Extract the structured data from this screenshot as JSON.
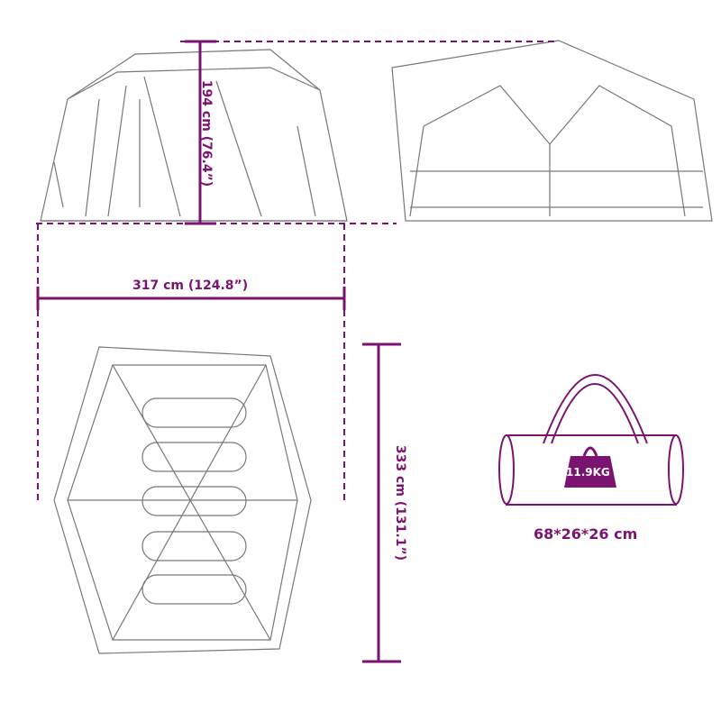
{
  "dimensions": {
    "height": "194 cm (76.4”)",
    "width": "317 cm (124.8”)",
    "length": "333 cm (131.1”)",
    "packed_size": "68*26*26 cm",
    "weight": "11.9KG"
  },
  "colors": {
    "accent": "#7b1470",
    "line_art": "#777777"
  },
  "icons": [
    "tent-front-view",
    "tent-side-view",
    "tent-top-view",
    "sleeping-bag",
    "carry-bag",
    "weight-icon"
  ]
}
